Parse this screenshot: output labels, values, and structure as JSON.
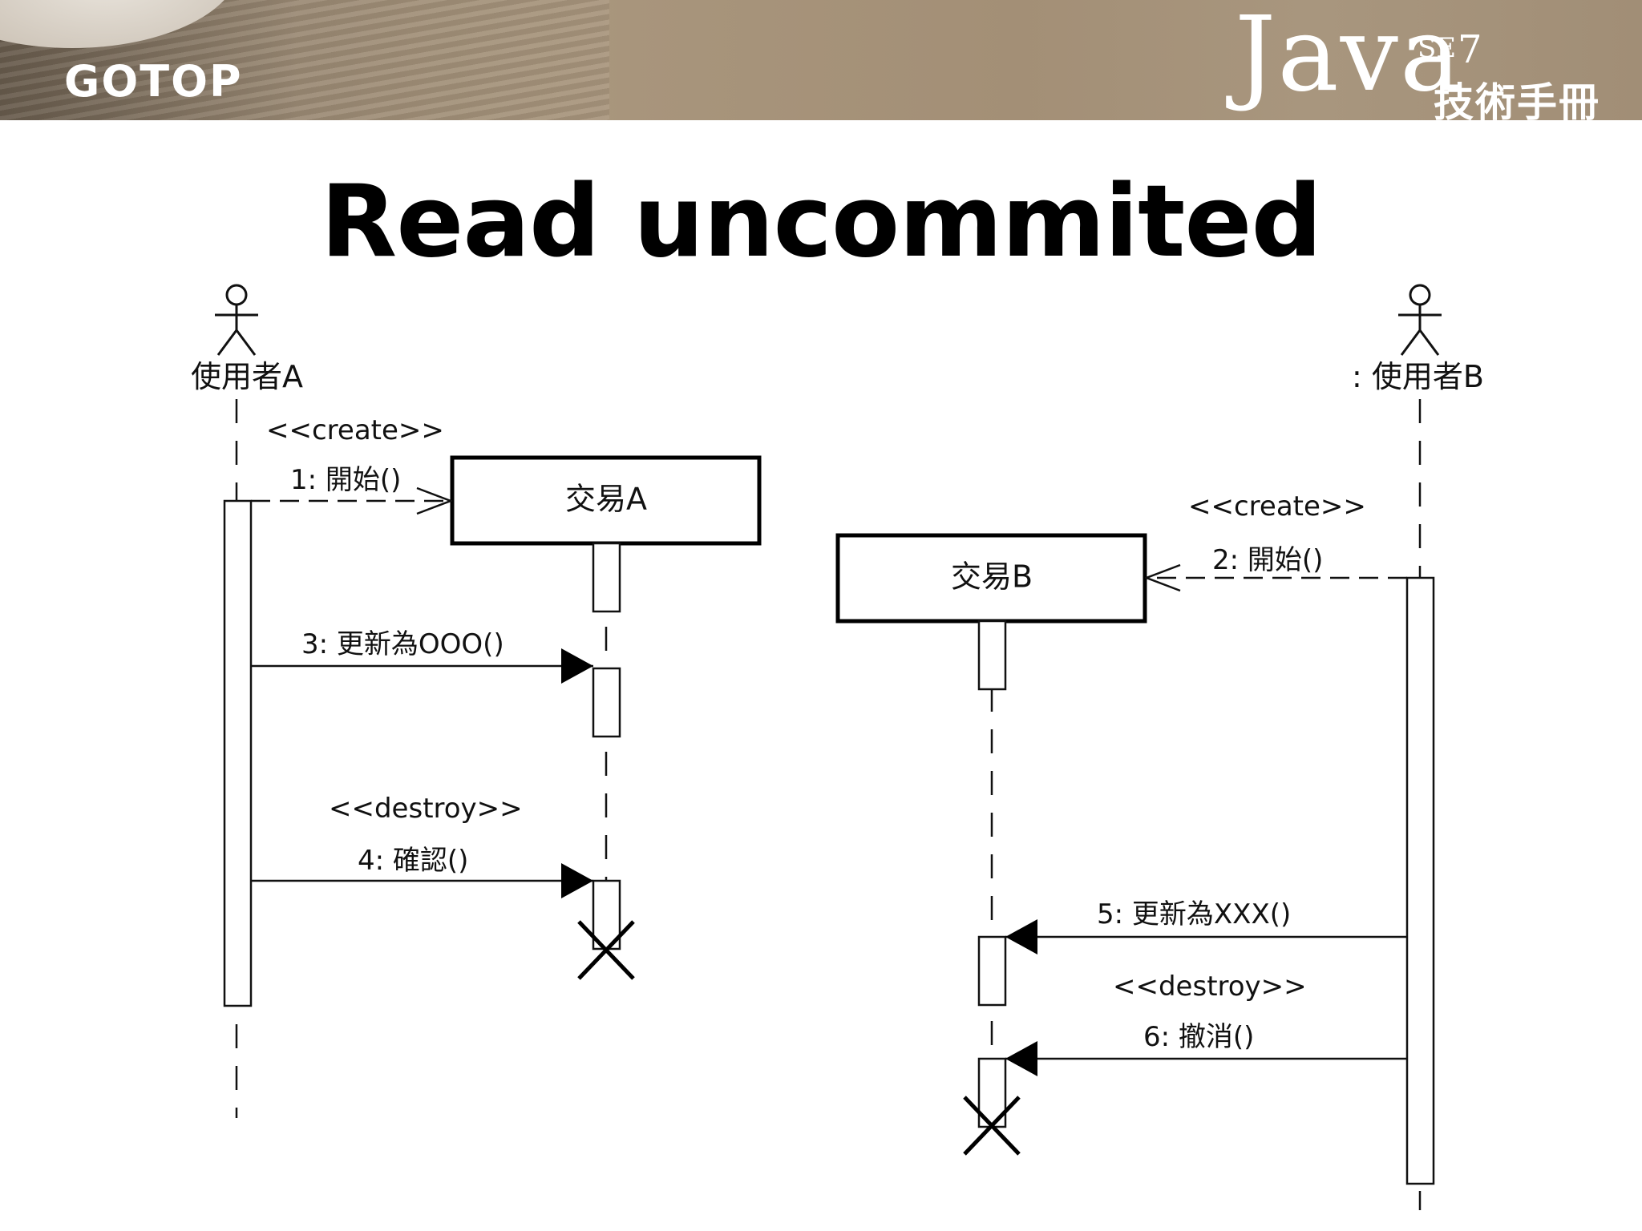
{
  "header": {
    "publisher_logo": "GOTOP",
    "product_name": "Java",
    "product_edition": "SE",
    "product_version": "7",
    "book_subtitle": "技術手冊"
  },
  "title": "Read uncommited",
  "diagram": {
    "actors": {
      "user_a": "使用者A",
      "user_b": ": 使用者B"
    },
    "objects": {
      "tx_a": "交易A",
      "tx_b": "交易B"
    },
    "messages": {
      "m1_stereotype": "<<create>>",
      "m1": "1: 開始()",
      "m2_stereotype": "<<create>>",
      "m2": "2: 開始()",
      "m3": "3: 更新為OOO()",
      "m4_stereotype": "<<destroy>>",
      "m4": "4: 確認()",
      "m5": "5: 更新為XXX()",
      "m6_stereotype": "<<destroy>>",
      "m6": "6: 撤消()"
    }
  }
}
